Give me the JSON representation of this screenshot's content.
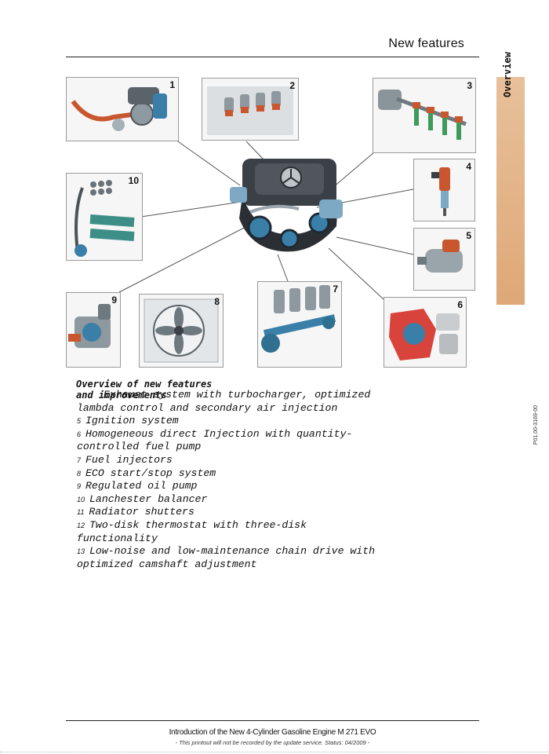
{
  "header": {
    "title": "New features"
  },
  "side_tab": {
    "label": "Overview"
  },
  "figure": {
    "code": "P01.00-3169-00",
    "panels": [
      {
        "num": "1"
      },
      {
        "num": "2"
      },
      {
        "num": "3"
      },
      {
        "num": "4"
      },
      {
        "num": "5"
      },
      {
        "num": "6"
      },
      {
        "num": "7"
      },
      {
        "num": "8"
      },
      {
        "num": "9"
      },
      {
        "num": "10"
      }
    ]
  },
  "caption": {
    "heading": "Overview of new features and improvements",
    "items": [
      {
        "num": "",
        "text": "Exhaust system with turbocharger, optimized lambda control and secondary air injection"
      },
      {
        "num": "5",
        "text": "Ignition system"
      },
      {
        "num": "6",
        "text": "Homogeneous direct Injection with quantity-controlled fuel pump"
      },
      {
        "num": "7",
        "text": "Fuel injectors"
      },
      {
        "num": "8",
        "text": "ECO start/stop system"
      },
      {
        "num": "9",
        "text": "Regulated oil pump"
      },
      {
        "num": "10",
        "text": "Lanchester balancer"
      },
      {
        "num": "11",
        "text": "Radiator shutters"
      },
      {
        "num": "12",
        "text": "Two-disk thermostat with three-disk functionality"
      },
      {
        "num": "13",
        "text": "Low-noise and low-maintenance chain drive with optimized camshaft adjustment"
      }
    ]
  },
  "footer": {
    "title": "Introduction of the New 4-Cylinder Gasoline Engine M 271 EVO",
    "note": "- This printout will not be recorded by the update service. Status: 04/2009 -"
  },
  "colors": {
    "tab": "#e2b083",
    "engine_blue": "#3a7fa8",
    "engine_dark": "#2b2f33",
    "pipe": "#c8562e"
  }
}
